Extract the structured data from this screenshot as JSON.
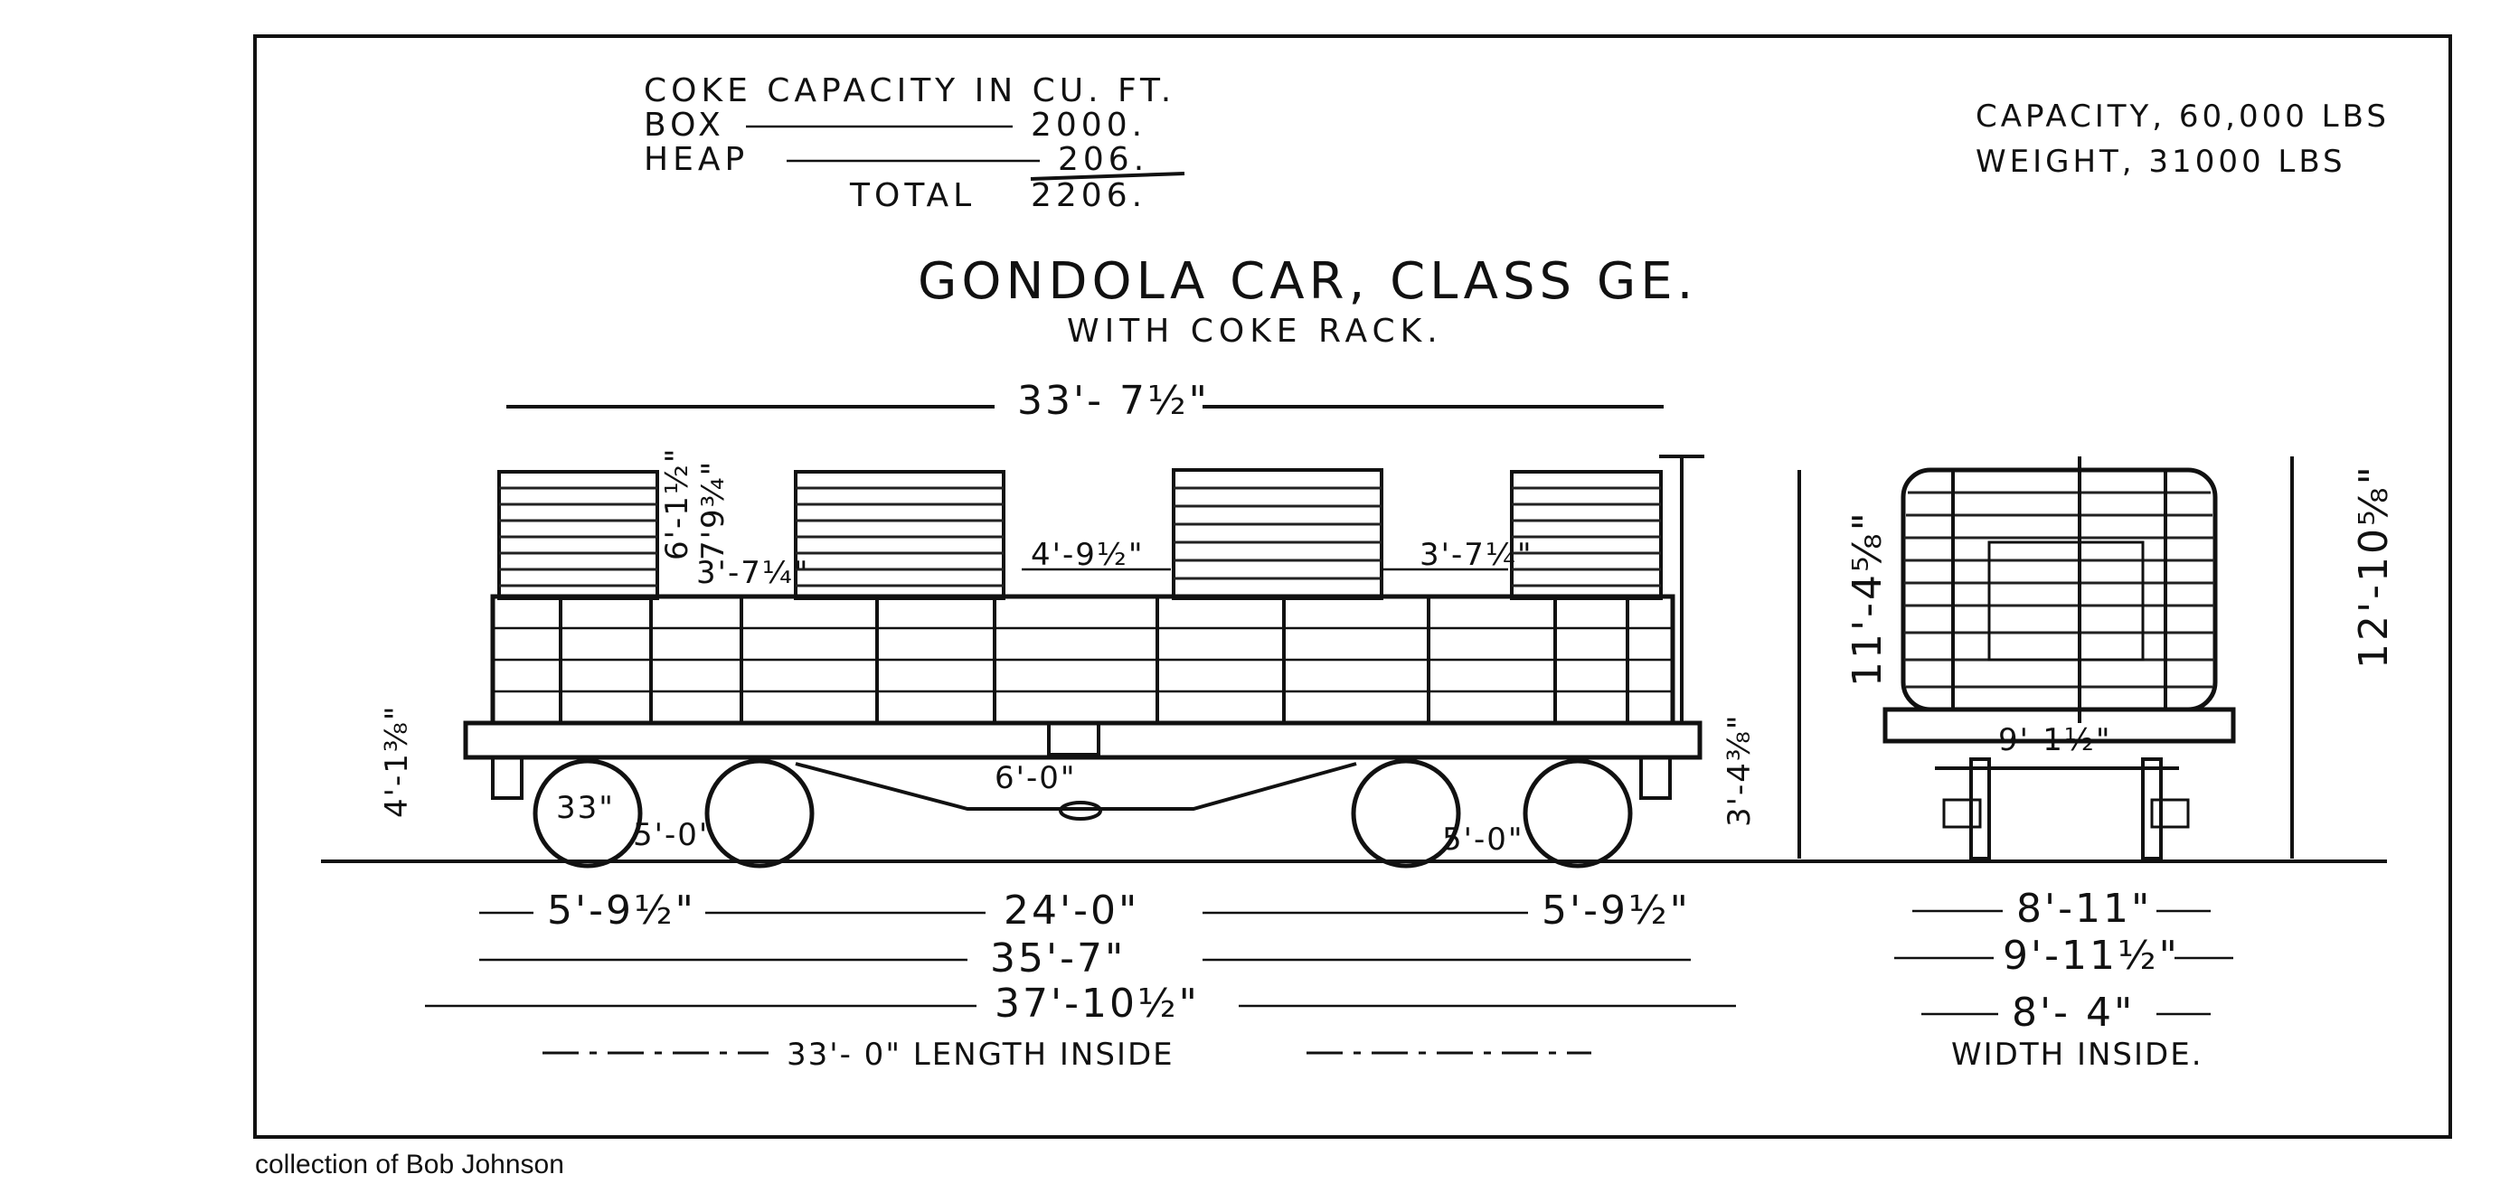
{
  "coke_capacity": {
    "heading": "COKE CAPACITY IN CU. FT.",
    "box_label": "BOX",
    "box_value": "2000.",
    "heap_label": "HEAP",
    "heap_value": "206.",
    "total_label": "TOTAL",
    "total_value": "2206."
  },
  "specs": {
    "capacity": "CAPACITY, 60,000 LBS",
    "weight": "WEIGHT, 31000 LBS"
  },
  "title": {
    "main": "GONDOLA CAR, CLASS GE.",
    "sub": "WITH COKE RACK."
  },
  "side_dims": {
    "top_length": "33'- 7½\"",
    "rack_h1": "6'-1½\"",
    "rack_h2": "7'9¾\"",
    "gap1": "3'-7¼\"",
    "gap2": "4'-9½\"",
    "gap3": "3'-7¼\"",
    "height_total": "11'-4⅝\"",
    "floor_height": "4'-1⅜\"",
    "wheel_dia": "33\"",
    "wheelbase_left": "5'-0\"",
    "wheelbase_right": "5'-0\"",
    "center_span": "6'-0\"",
    "drawbar": "3'-4⅜\"",
    "left_overhang": "5'-9½\"",
    "center_dist": "24'-0\"",
    "right_overhang": "5'-9½\"",
    "over_sills": "35'-7\"",
    "over_couplers": "37'-10½\"",
    "inside_length": "33'- 0\" LENGTH INSIDE"
  },
  "end_dims": {
    "height": "12'-10⅝\"",
    "top_width": "9'-1½\"",
    "width1": "8'-11\"",
    "width2": "9'-11½\"",
    "width_inside": "8'- 4\"",
    "width_inside_label": "WIDTH INSIDE."
  },
  "credit": "collection of Bob Johnson"
}
